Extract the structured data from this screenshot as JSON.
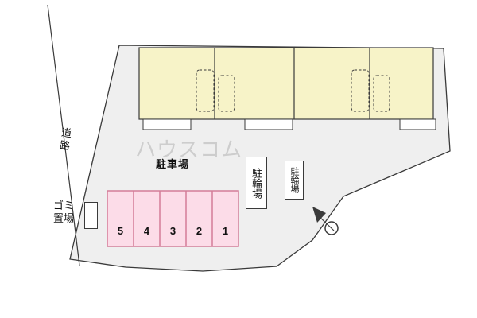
{
  "diagram": {
    "road_label": "道路",
    "parking_lot_label": "駐車場",
    "bicycle_parking_1_label": "駐輪場",
    "bicycle_parking_2_label": "駐輪場",
    "garbage_line1": "ゴミ",
    "garbage_line2": "置場",
    "watermark": "ハウスコム",
    "parking_stalls": [
      "5",
      "4",
      "3",
      "2",
      "1"
    ]
  },
  "colors": {
    "site_fill": "#efefef",
    "building_fill": "#f7f3c8",
    "stall_fill": "#fcdce8",
    "stall_stroke": "#d47d98",
    "line": "#3a3a3a",
    "watermark": "#c2c2c2"
  }
}
